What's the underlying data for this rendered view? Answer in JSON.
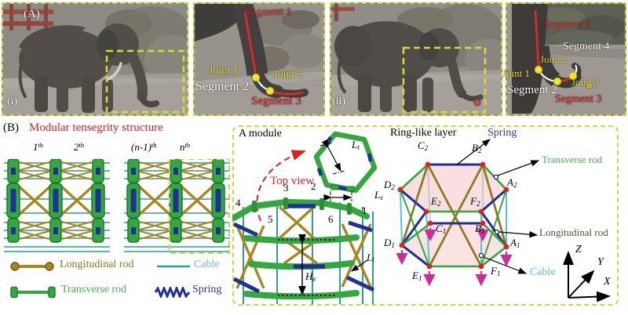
{
  "figure": {
    "panel_a_tag": "(A)",
    "panel_b_tag": "(B)"
  },
  "photos": {
    "photo1_tag": "(i)",
    "photo2_tag": "(ii)"
  },
  "trunk1": {
    "segment1": "Segment 1",
    "segment2": "Segment 2",
    "segment3": "Segment 3",
    "joint1": "Joint 1",
    "joint2": "Joint 2"
  },
  "trunk2": {
    "segment1": "Segment 1",
    "segment2": "Segment 2",
    "segment3": "Segment 3",
    "segment4": "Segment 4",
    "joint1": "Joint 1",
    "joint2": "Joint 2",
    "joint3": "Joint 3"
  },
  "tensegrity": {
    "title": "Modular tensegrity structure",
    "modules": [
      {
        "base": "1",
        "sup": "th"
      },
      {
        "base": "2",
        "sup": "th"
      },
      {
        "base": "(n-1)",
        "sup": "th"
      },
      {
        "base": "n",
        "sup": "th"
      }
    ],
    "legend": {
      "longitudinal": "Longitudinal rod",
      "cable": "Cable",
      "transverse": "Transverse rod",
      "spring": "Spring"
    }
  },
  "module_detail": {
    "title": "A module",
    "top_view": "Top view",
    "numbers": [
      "1",
      "2",
      "3",
      "4",
      "5",
      "6"
    ],
    "dims": {
      "lt": {
        "base": "L",
        "sub": "t"
      },
      "ls": {
        "base": "L",
        "sub": "s"
      },
      "ll": {
        "base": "L",
        "sub": "l"
      },
      "he": {
        "base": "H",
        "sub": "e"
      }
    }
  },
  "ring_layer": {
    "title": "Ring-like layer",
    "callouts": {
      "spring": "Spring",
      "transverse": "Transverse rod",
      "longitudinal": "Longitudinal rod",
      "cable": "Cable"
    },
    "upper": [
      {
        "base": "A",
        "sub": "2"
      },
      {
        "base": "B",
        "sub": "2"
      },
      {
        "base": "C",
        "sub": "2"
      },
      {
        "base": "D",
        "sub": "2"
      },
      {
        "base": "E",
        "sub": "2"
      },
      {
        "base": "F",
        "sub": "2"
      }
    ],
    "lower": [
      {
        "base": "A",
        "sub": "1"
      },
      {
        "base": "B",
        "sub": "1"
      },
      {
        "base": "C",
        "sub": "1"
      },
      {
        "base": "D",
        "sub": "1"
      },
      {
        "base": "E",
        "sub": "1"
      },
      {
        "base": "F",
        "sub": "1"
      }
    ],
    "axes": {
      "x": "X",
      "y": "Y",
      "z": "Z"
    }
  },
  "colors": {
    "border_dash": "#c9d64a",
    "annotation_red": "#e8262a",
    "joint_yellow": "#f2e23c",
    "rod_olive": "#a8871f",
    "cable_teal": "#2f9e96",
    "cable_cyan": "#56c3cf",
    "spring_navy": "#203097",
    "structure_green": "#35a73f",
    "vertex_red": "#e02024",
    "arrow_magenta": "#cc2e96",
    "legend_cable_text": "#74b4d8"
  }
}
